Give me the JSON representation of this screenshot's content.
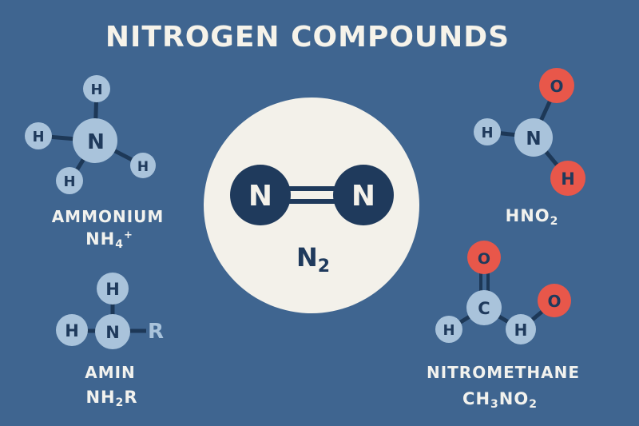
{
  "title": "NITROGEN COMPOUNDS",
  "colors": {
    "background": "#3f6590",
    "center_circle": "#f3f1ea",
    "atom_light": "#a9c3db",
    "atom_dark": "#1f3a5c",
    "atom_red": "#e8574a",
    "bond": "#1d3857",
    "label_text": "#f2f2ee"
  },
  "center": {
    "atoms": [
      "N",
      "N"
    ],
    "bond": "double",
    "formula_main": "N",
    "formula_sub": "2"
  },
  "ammonium": {
    "name": "AMMONIUM",
    "formula_main": "NH",
    "formula_sub": "4",
    "formula_sup": "+",
    "atoms": [
      "H",
      "H",
      "N",
      "H",
      "H"
    ]
  },
  "amin": {
    "name": "AMIN",
    "formula_main": "NH",
    "formula_sub": "2",
    "formula_tail": "R",
    "atoms": [
      "H",
      "H",
      "N",
      "R"
    ]
  },
  "hno2": {
    "formula_main": "HNO",
    "formula_sub": "2",
    "atoms": [
      "O",
      "H",
      "N",
      "H"
    ]
  },
  "nitromethane": {
    "name": "NITROMETHANE",
    "formula_a": "CH",
    "formula_sub_a": "3",
    "formula_b": "NO",
    "formula_sub_b": "2",
    "atoms": [
      "O",
      "C",
      "H",
      "H",
      "O"
    ]
  }
}
